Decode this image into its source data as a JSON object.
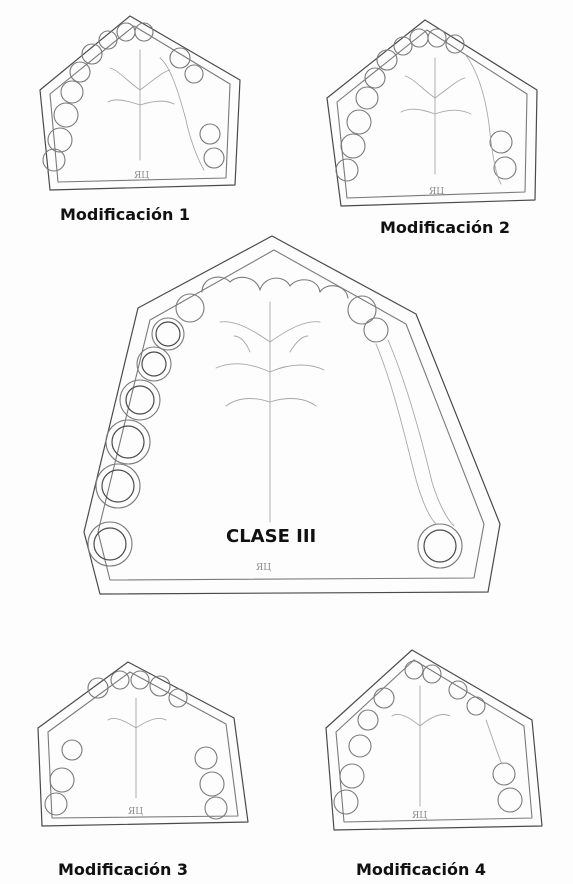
{
  "figure": {
    "center_label": "CLASE III",
    "panels": [
      {
        "id": "mod1",
        "caption": "Modificación 1",
        "stamp": "ЯЦ"
      },
      {
        "id": "mod2",
        "caption": "Modificación 2",
        "stamp": "ЯЦ"
      },
      {
        "id": "main",
        "caption": "",
        "stamp": "ЯЦ"
      },
      {
        "id": "mod3",
        "caption": "Modificación 3",
        "stamp": "ЯЦ"
      },
      {
        "id": "mod4",
        "caption": "Modificación 4",
        "stamp": "ЯЦ"
      }
    ]
  },
  "colors": {
    "ink": "#7a7a7a",
    "ink_dark": "#4a4a4a",
    "background": "#fdfdfd"
  }
}
